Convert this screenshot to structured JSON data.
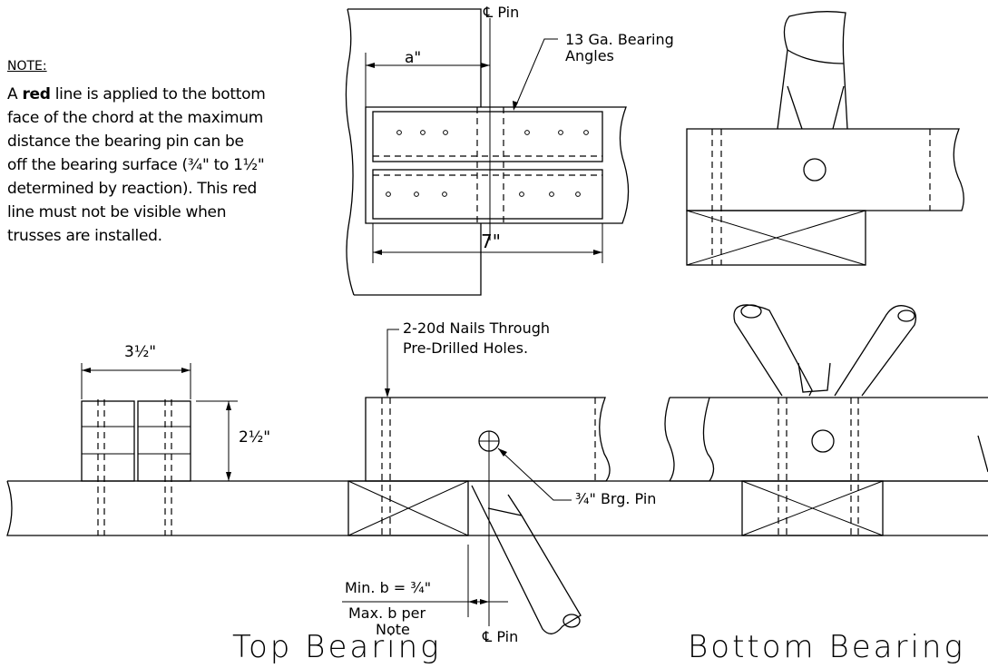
{
  "note": {
    "heading": "NOTE:",
    "line1_prefix": "A",
    "line1_emph": "red",
    "line1_rest": "line is applied to the bottom",
    "line2": "face of the chord at the maximum",
    "line3": "distance the bearing pin can be",
    "line4": "off the bearing surface (¾\" to 1½\"",
    "line5": "determined by reaction).  This red",
    "line6": "line must not be visible when",
    "line7": "trusses are installed."
  },
  "labels": {
    "pin_top": "℄ Pin",
    "bearing_angles_1": "13 Ga. Bearing",
    "bearing_angles_2": "Angles",
    "dim_a": "a\"",
    "dim_7": "7\"",
    "dim_3_5": "3½\"",
    "dim_2_5": "2½\"",
    "nails_1": "2-20d Nails Through",
    "nails_2": "Pre-Drilled Holes.",
    "brg_pin": "¾\" Brg. Pin",
    "min_b": "Min. b = ¾\"",
    "max_b_1": "Max. b per",
    "max_b_2": "Note",
    "pin_bottom": "℄ Pin"
  },
  "titles": {
    "top": "Top Bearing",
    "bottom": "Bottom Bearing"
  }
}
